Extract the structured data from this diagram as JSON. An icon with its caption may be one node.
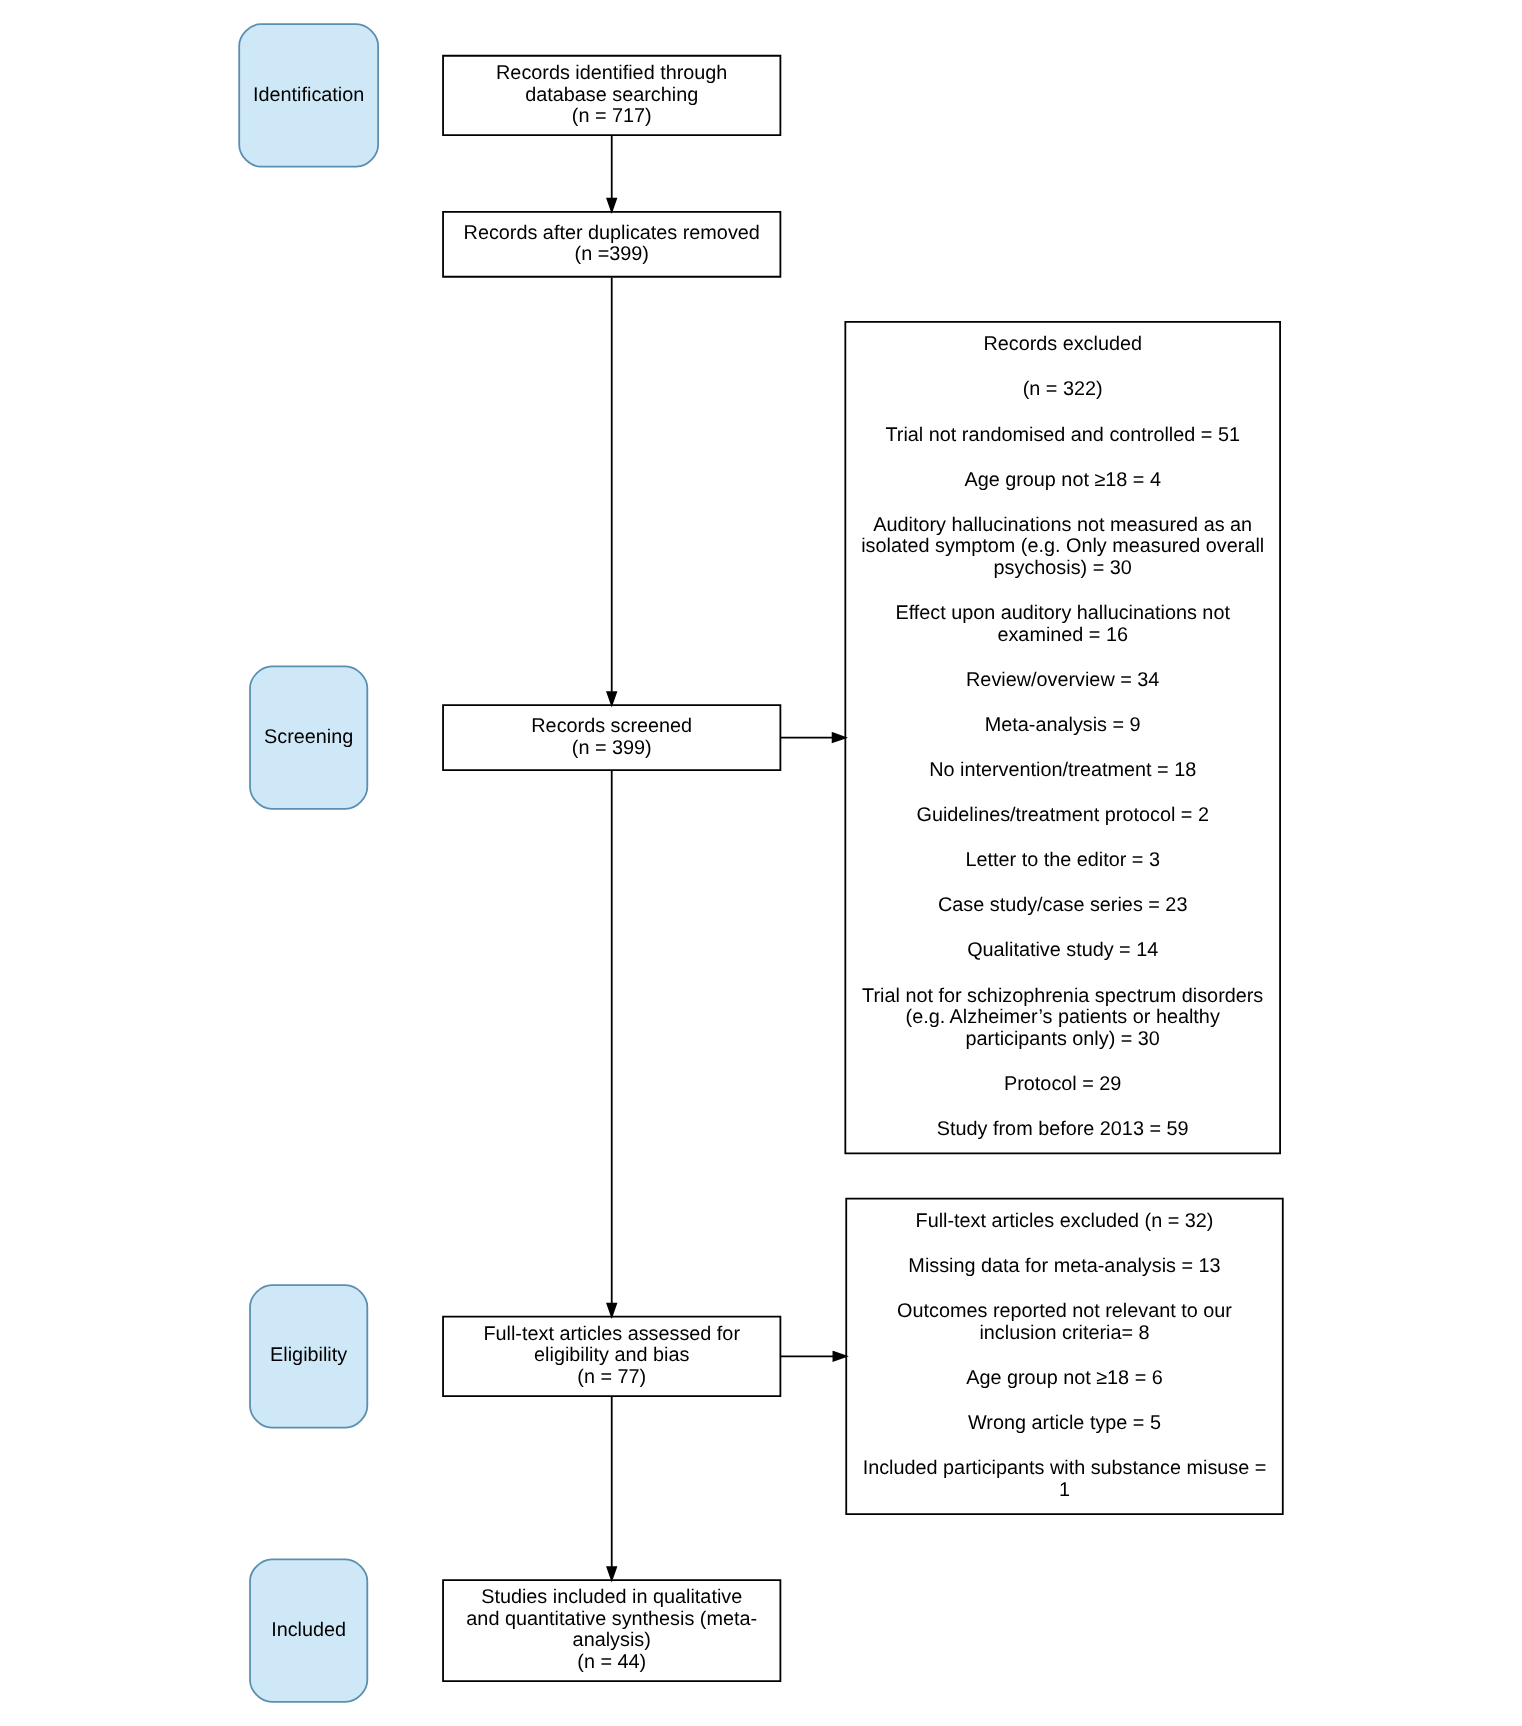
{
  "diagram": {
    "nodes": [
      {
        "text": [
          "Identification"
        ]
      },
      {
        "text": [
          "Records identified through database searching",
          "(n = 717)"
        ]
      },
      {
        "text": [
          "Records after duplicates removed",
          "(n =399)"
        ]
      },
      {
        "text": [
          "Screening"
        ]
      },
      {
        "text": [
          "Records screened",
          "(n = 399)"
        ]
      },
      {
        "text": [
          "Records excluded",
          "(n = 322)",
          "Trial not randomised and controlled = 51",
          "Age group not ≥18 = 4",
          "Auditory hallucinations not measured as an isolated symptom (e.g. Only measured overall psychosis) = 30",
          "Effect upon auditory hallucinations not examined = 16",
          "Review/overview = 34",
          "Meta-analysis = 9",
          "No intervention/treatment = 18",
          "Guidelines/treatment protocol = 2",
          "Letter to the editor = 3",
          "Case study/case series = 23",
          "Qualitative study = 14",
          "Trial not for schizophrenia spectrum disorders (e.g. Alzheimer’s patients or healthy participants only) = 30",
          "Protocol = 29",
          "Study from before 2013 = 59"
        ]
      },
      {
        "text": [
          "Eligibility"
        ]
      },
      {
        "text": [
          "Full-text articles assessed for eligibility and bias",
          "(n = 77)"
        ]
      },
      {
        "text": [
          "Full-text articles excluded (n = 32)",
          "Missing data for meta-analysis = 13",
          "Outcomes reported not relevant to our inclusion criteria= 8",
          "Age group not ≥18 = 6",
          "Wrong article type = 5",
          "Included participants with substance misuse = 1"
        ]
      },
      {
        "text": [
          "Included"
        ]
      },
      {
        "text": [
          "Studies included in qualitative and quantitative synthesis (meta-analysis)",
          "(n = 44)"
        ]
      }
    ],
    "edges": [
      {
        "from": 1,
        "to": 2,
        "arrow": "to"
      },
      {
        "from": 2,
        "to": 4,
        "arrow": "to"
      },
      {
        "from": 4,
        "to": 5,
        "arrow": "to"
      },
      {
        "from": 4,
        "to": 7,
        "arrow": "to"
      },
      {
        "from": 7,
        "to": 8,
        "arrow": "to"
      },
      {
        "from": 7,
        "to": 10,
        "arrow": "to"
      }
    ]
  }
}
